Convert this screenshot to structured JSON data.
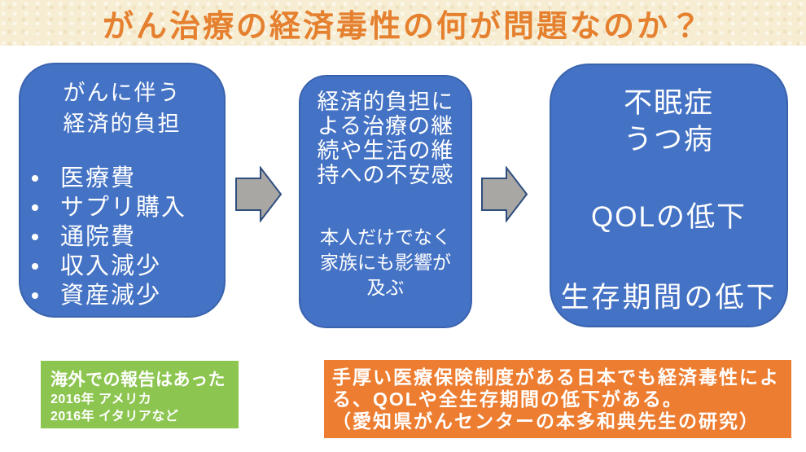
{
  "title": "がん治療の経済毒性の何が問題なのか？",
  "flow": {
    "burden_box": {
      "heading_lines": [
        "がんに伴う",
        "経済的負担"
      ],
      "bullets": [
        "医療費",
        "サプリ購入",
        "通院費",
        "収入減少",
        "資産減少"
      ]
    },
    "anxiety_box": {
      "para1_lines": [
        "経済的負担に",
        "よる治療の継",
        "続や生活の維",
        "持への不安感"
      ],
      "para2_lines": [
        "本人だけでなく",
        "家族にも影響が",
        "及ぶ"
      ]
    },
    "outcome_box": {
      "group1_lines": [
        "不眠症",
        "うつ病"
      ],
      "qol_line": "QOLの低下",
      "survival_line": "生存期間の低下"
    }
  },
  "notes": {
    "overseas": {
      "heading": "海外での報告はあった",
      "lines": [
        "2016年 アメリカ",
        "2016年 イタリアなど"
      ]
    },
    "japan_study": {
      "lines": [
        "手厚い医療保険制度がある日本でも経済毒性によ",
        "る、QOLや全生存期間の低下がある。",
        "（愛知県がんセンターの本多和典先生の研究）"
      ]
    }
  },
  "icons": {
    "arrow1": "right-block-arrow",
    "arrow2": "right-block-arrow"
  },
  "colors": {
    "title_text": "#E5802F",
    "band_bg": "#F6EDD2",
    "box_blue": "#4472C4",
    "box_blue_border": "#3A63AE",
    "arrow_fill": "#A9A7A3",
    "arrow_border": "#2E4E7E",
    "green_bg": "#8CC550",
    "orange_bg": "#ED7D31",
    "text_white": "#FFFFFF"
  }
}
